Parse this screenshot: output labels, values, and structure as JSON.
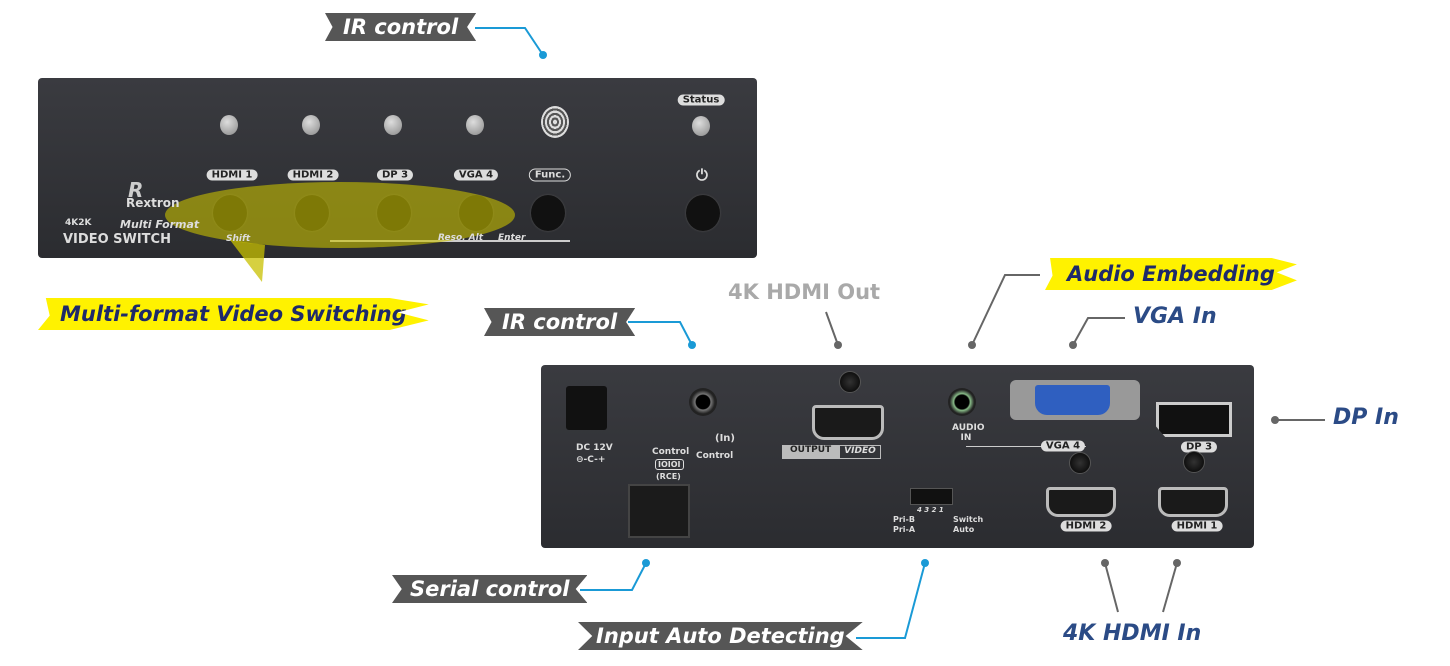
{
  "callouts": {
    "ir_control_top": "IR control",
    "multi_format": "Multi-format Video Switching",
    "hdmi_out": "4K HDMI Out",
    "ir_control_rear": "IR control",
    "audio_embedding": "Audio Embedding",
    "vga_in": "VGA In",
    "dp_in": "DP In",
    "serial_control": "Serial control",
    "input_auto": "Input Auto Detecting",
    "hdmi_in": "4K HDMI In"
  },
  "front": {
    "status": "Status",
    "inputs": [
      "HDMI 1",
      "HDMI 2",
      "DP 3",
      "VGA 4"
    ],
    "func": "Func.",
    "power": "⏻",
    "brand": "Rextron",
    "model_top": "4K2K",
    "model_format": "Multi Format",
    "model_name": "VIDEO SWITCH",
    "shift": "Shift",
    "reso": "Reso. Alt",
    "enter": "Enter"
  },
  "rear": {
    "dc": "DC 12V",
    "dc_polarity": "⊖-C-+",
    "ir_in": "(In)",
    "ir_control": "Control",
    "serial_control": "Control",
    "serial_icon": "IOIOI",
    "serial_proto": "(RCE)",
    "output": "OUTPUT",
    "video": "VIDEO",
    "audio_in": "AUDIO IN",
    "vga": "VGA 4",
    "dp": "DP 3",
    "hdmi2": "HDMI 2",
    "hdmi1": "HDMI 1",
    "dip_numbers": "4 3 2 1",
    "pri_b": "Pri-B",
    "pri_a": "Pri-A",
    "switch": "Switch",
    "auto": "Auto"
  },
  "colors": {
    "blue_line": "#1a9ad6",
    "gray_line": "#666666",
    "highlight": "#fff200"
  }
}
